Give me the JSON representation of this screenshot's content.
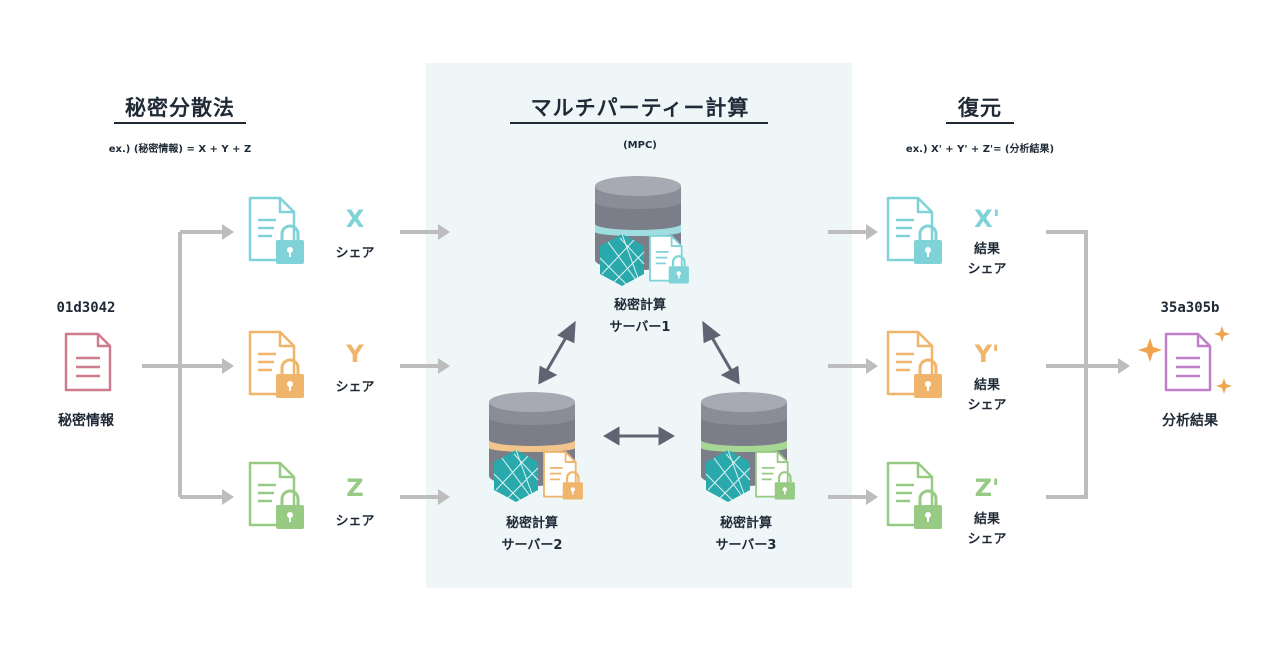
{
  "sections": {
    "secret_sharing": {
      "title": "秘密分散法",
      "example": "ex.) (秘密情報) = X + Y + Z"
    },
    "mpc": {
      "title": "マルチパーティー計算",
      "subtitle": "(MPC)"
    },
    "restore": {
      "title": "復元",
      "example": "ex.) X' + Y' + Z'= (分析結果)"
    }
  },
  "input": {
    "value": "01d3042",
    "label": "秘密情報",
    "color": "#cf7c8e"
  },
  "shares": [
    {
      "letter": "X",
      "label": "シェア",
      "color": "#7fd3d8"
    },
    {
      "letter": "Y",
      "label": "シェア",
      "color": "#f0b46a"
    },
    {
      "letter": "Z",
      "label": "シェア",
      "color": "#97cb84"
    }
  ],
  "servers": [
    {
      "line1": "秘密計算",
      "line2": "サーバー1",
      "band_color": "#9fdde0"
    },
    {
      "line1": "秘密計算",
      "line2": "サーバー2",
      "band_color": "#f0c48a"
    },
    {
      "line1": "秘密計算",
      "line2": "サーバー3",
      "band_color": "#a6d894"
    }
  ],
  "results": [
    {
      "letter": "X'",
      "line1": "結果",
      "line2": "シェア",
      "color": "#7fd3d8"
    },
    {
      "letter": "Y'",
      "line1": "結果",
      "line2": "シェア",
      "color": "#f0b46a"
    },
    {
      "letter": "Z'",
      "line1": "結果",
      "line2": "シェア",
      "color": "#97cb84"
    }
  ],
  "output": {
    "value": "35a305b",
    "label": "分析結果",
    "color": "#c17ec9",
    "sparkle_color": "#f0a24c"
  },
  "colors": {
    "arrow": "#bdbdbd",
    "double_arrow": "#5e6472",
    "hex": "#2aa9ad",
    "db_dark": "#7b7e88",
    "db_light": "#a7aab2"
  }
}
